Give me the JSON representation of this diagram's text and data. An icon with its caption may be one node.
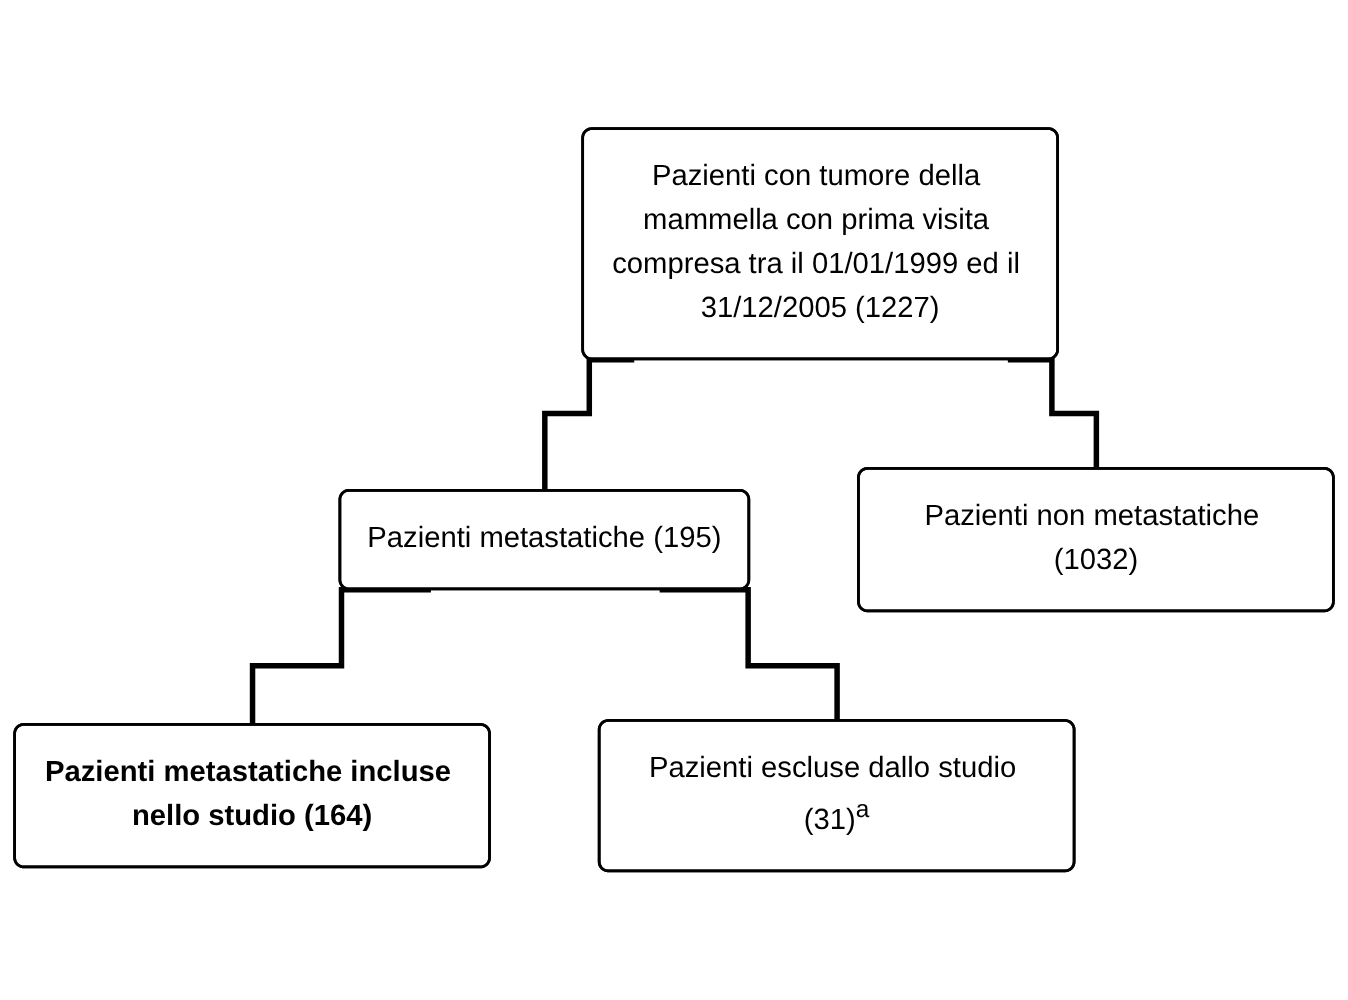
{
  "diagram": {
    "nodes": [
      {
        "text": [
          "Pazienti con tumore della mammella con prima visita compresa tra il 01/01/1999 ed il 31/12/2005 (1227)"
        ]
      },
      {
        "text": [
          "Pazienti metastatiche (195)"
        ]
      },
      {
        "text": [
          "Pazienti non metastatiche (1032)"
        ]
      },
      {
        "text": [
          "Pazienti metastatiche incluse nello studio (164)"
        ]
      },
      {
        "text": [
          "Pazienti escluse dallo studio (31)$^{a}$"
        ]
      }
    ],
    "edges": [
      {
        "from": 0,
        "to": 1,
        "arrow": "none"
      },
      {
        "from": 0,
        "to": 2,
        "arrow": "none"
      },
      {
        "from": 1,
        "to": 3,
        "arrow": "none"
      },
      {
        "from": 1,
        "to": 4,
        "arrow": "none"
      }
    ]
  }
}
